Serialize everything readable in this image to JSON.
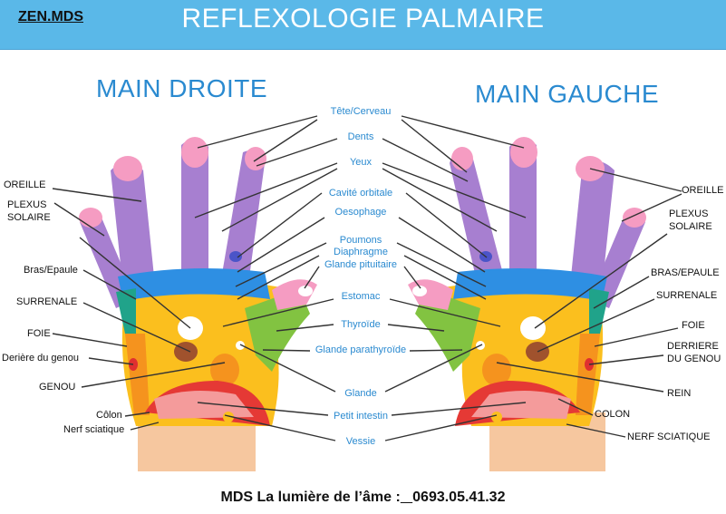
{
  "header": {
    "brand": "ZEN.MDS",
    "title": "REFLEXOLOGIE PALMAIRE"
  },
  "hands": {
    "right_title": "MAIN DROITE",
    "left_title": "MAIN GAUCHE"
  },
  "center_labels": [
    "Tête/Cerveau",
    "Dents",
    "Yeux",
    "Cavité orbitale",
    "Oesophage",
    "Poumons",
    "Diaphragme",
    "Glande pituitaire",
    "Estomac",
    "Thyroïde",
    "Glande parathyroïde",
    "Glande",
    "Petit intestin",
    "Vessie"
  ],
  "left_labels": [
    "OREILLE",
    "PLEXUS",
    "SOLAIRE",
    "Bras/Epaule",
    "SURRENALE",
    "FOIE",
    "Derière du genou",
    "GENOU",
    "Côlon",
    "Nerf sciatique"
  ],
  "right_labels": [
    "OREILLE",
    "PLEXUS",
    "SOLAIRE",
    "BRAS/EPAULE",
    "SURRENALE",
    "FOIE",
    "DERRIERE",
    "DU GENOU",
    "REIN",
    "COLON",
    "NERF SCIATIQUE"
  ],
  "footer": {
    "text": "MDS La lumière de l’âme :",
    "phone": "0693.05.41.32"
  },
  "colors": {
    "header": "#5ab8e8",
    "title_blue": "#2a8ad0",
    "fingers": "#a77fd0",
    "tips": "#f59cc2"
  }
}
